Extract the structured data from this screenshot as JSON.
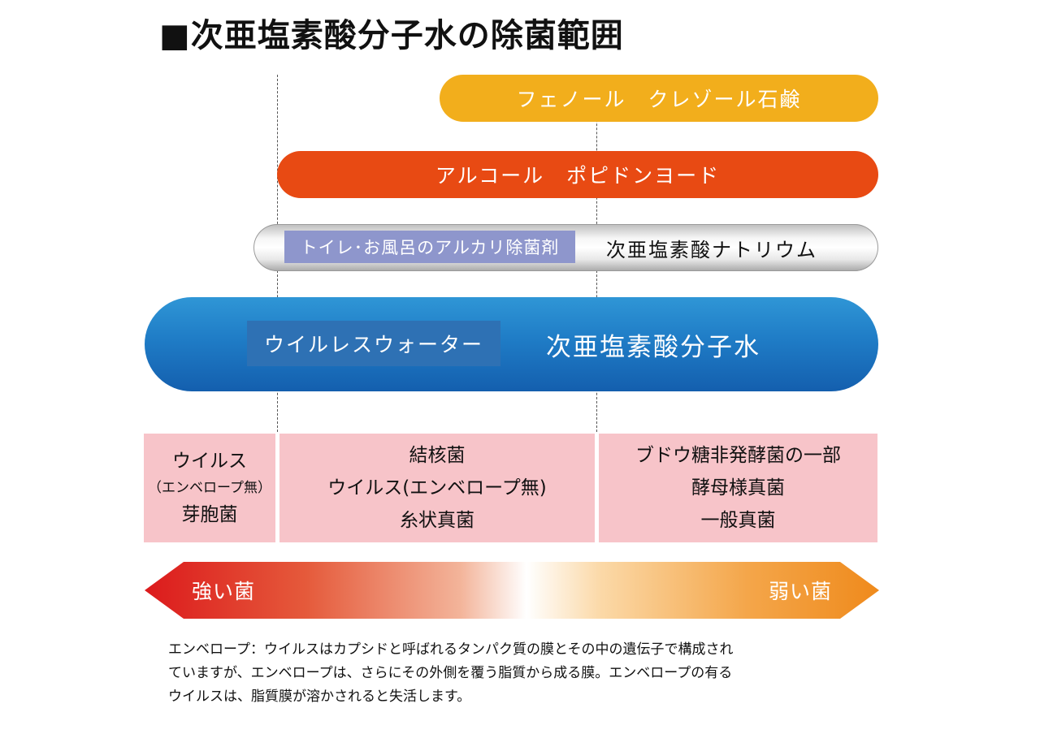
{
  "title": "■次亜塩素酸分子水の除菌範囲",
  "bars": {
    "phenol": "フェノール　クレゾール石鹸",
    "alcohol": "アルコール　ポピドンヨード",
    "sodium_label": "トイレ･お風呂のアルカリ除菌剤",
    "sodium": "次亜塩素酸ナトリウム",
    "water_label": "ウイルレスウォーター",
    "water": "次亜塩素酸分子水"
  },
  "categories": [
    {
      "lines": [
        "ウイルス",
        "（エンベロープ無）",
        "芽胞菌"
      ]
    },
    {
      "lines": [
        "結核菌",
        "ウイルス(エンベロープ無)",
        "糸状真菌"
      ]
    },
    {
      "lines": [
        "ブドウ糖非発酵菌の一部",
        "酵母様真菌",
        "一般真菌"
      ]
    }
  ],
  "arrow": {
    "left": "強い菌",
    "right": "弱い菌"
  },
  "note": {
    "lines": [
      "エンベロープ：ウイルスはカプシドと呼ばれるタンパク質の膜とその中の遺伝子で構成され",
      "ていますが、エンベロープは、さらにその外側を覆う脂質から成る膜。エンベロープの有る",
      "ウイルスは、脂質膜が溶かされると失活します。"
    ]
  },
  "colors": {
    "phenol": "#f2ae1c",
    "alcohol": "#e84a13",
    "sodium_label": "#8e96cc",
    "water": "#1f7cc6",
    "water_label": "#2e71b4",
    "category_box": "#f7c4c9",
    "arrow_strong": "#dc1a1c",
    "arrow_weak": "#ef8a1c"
  }
}
